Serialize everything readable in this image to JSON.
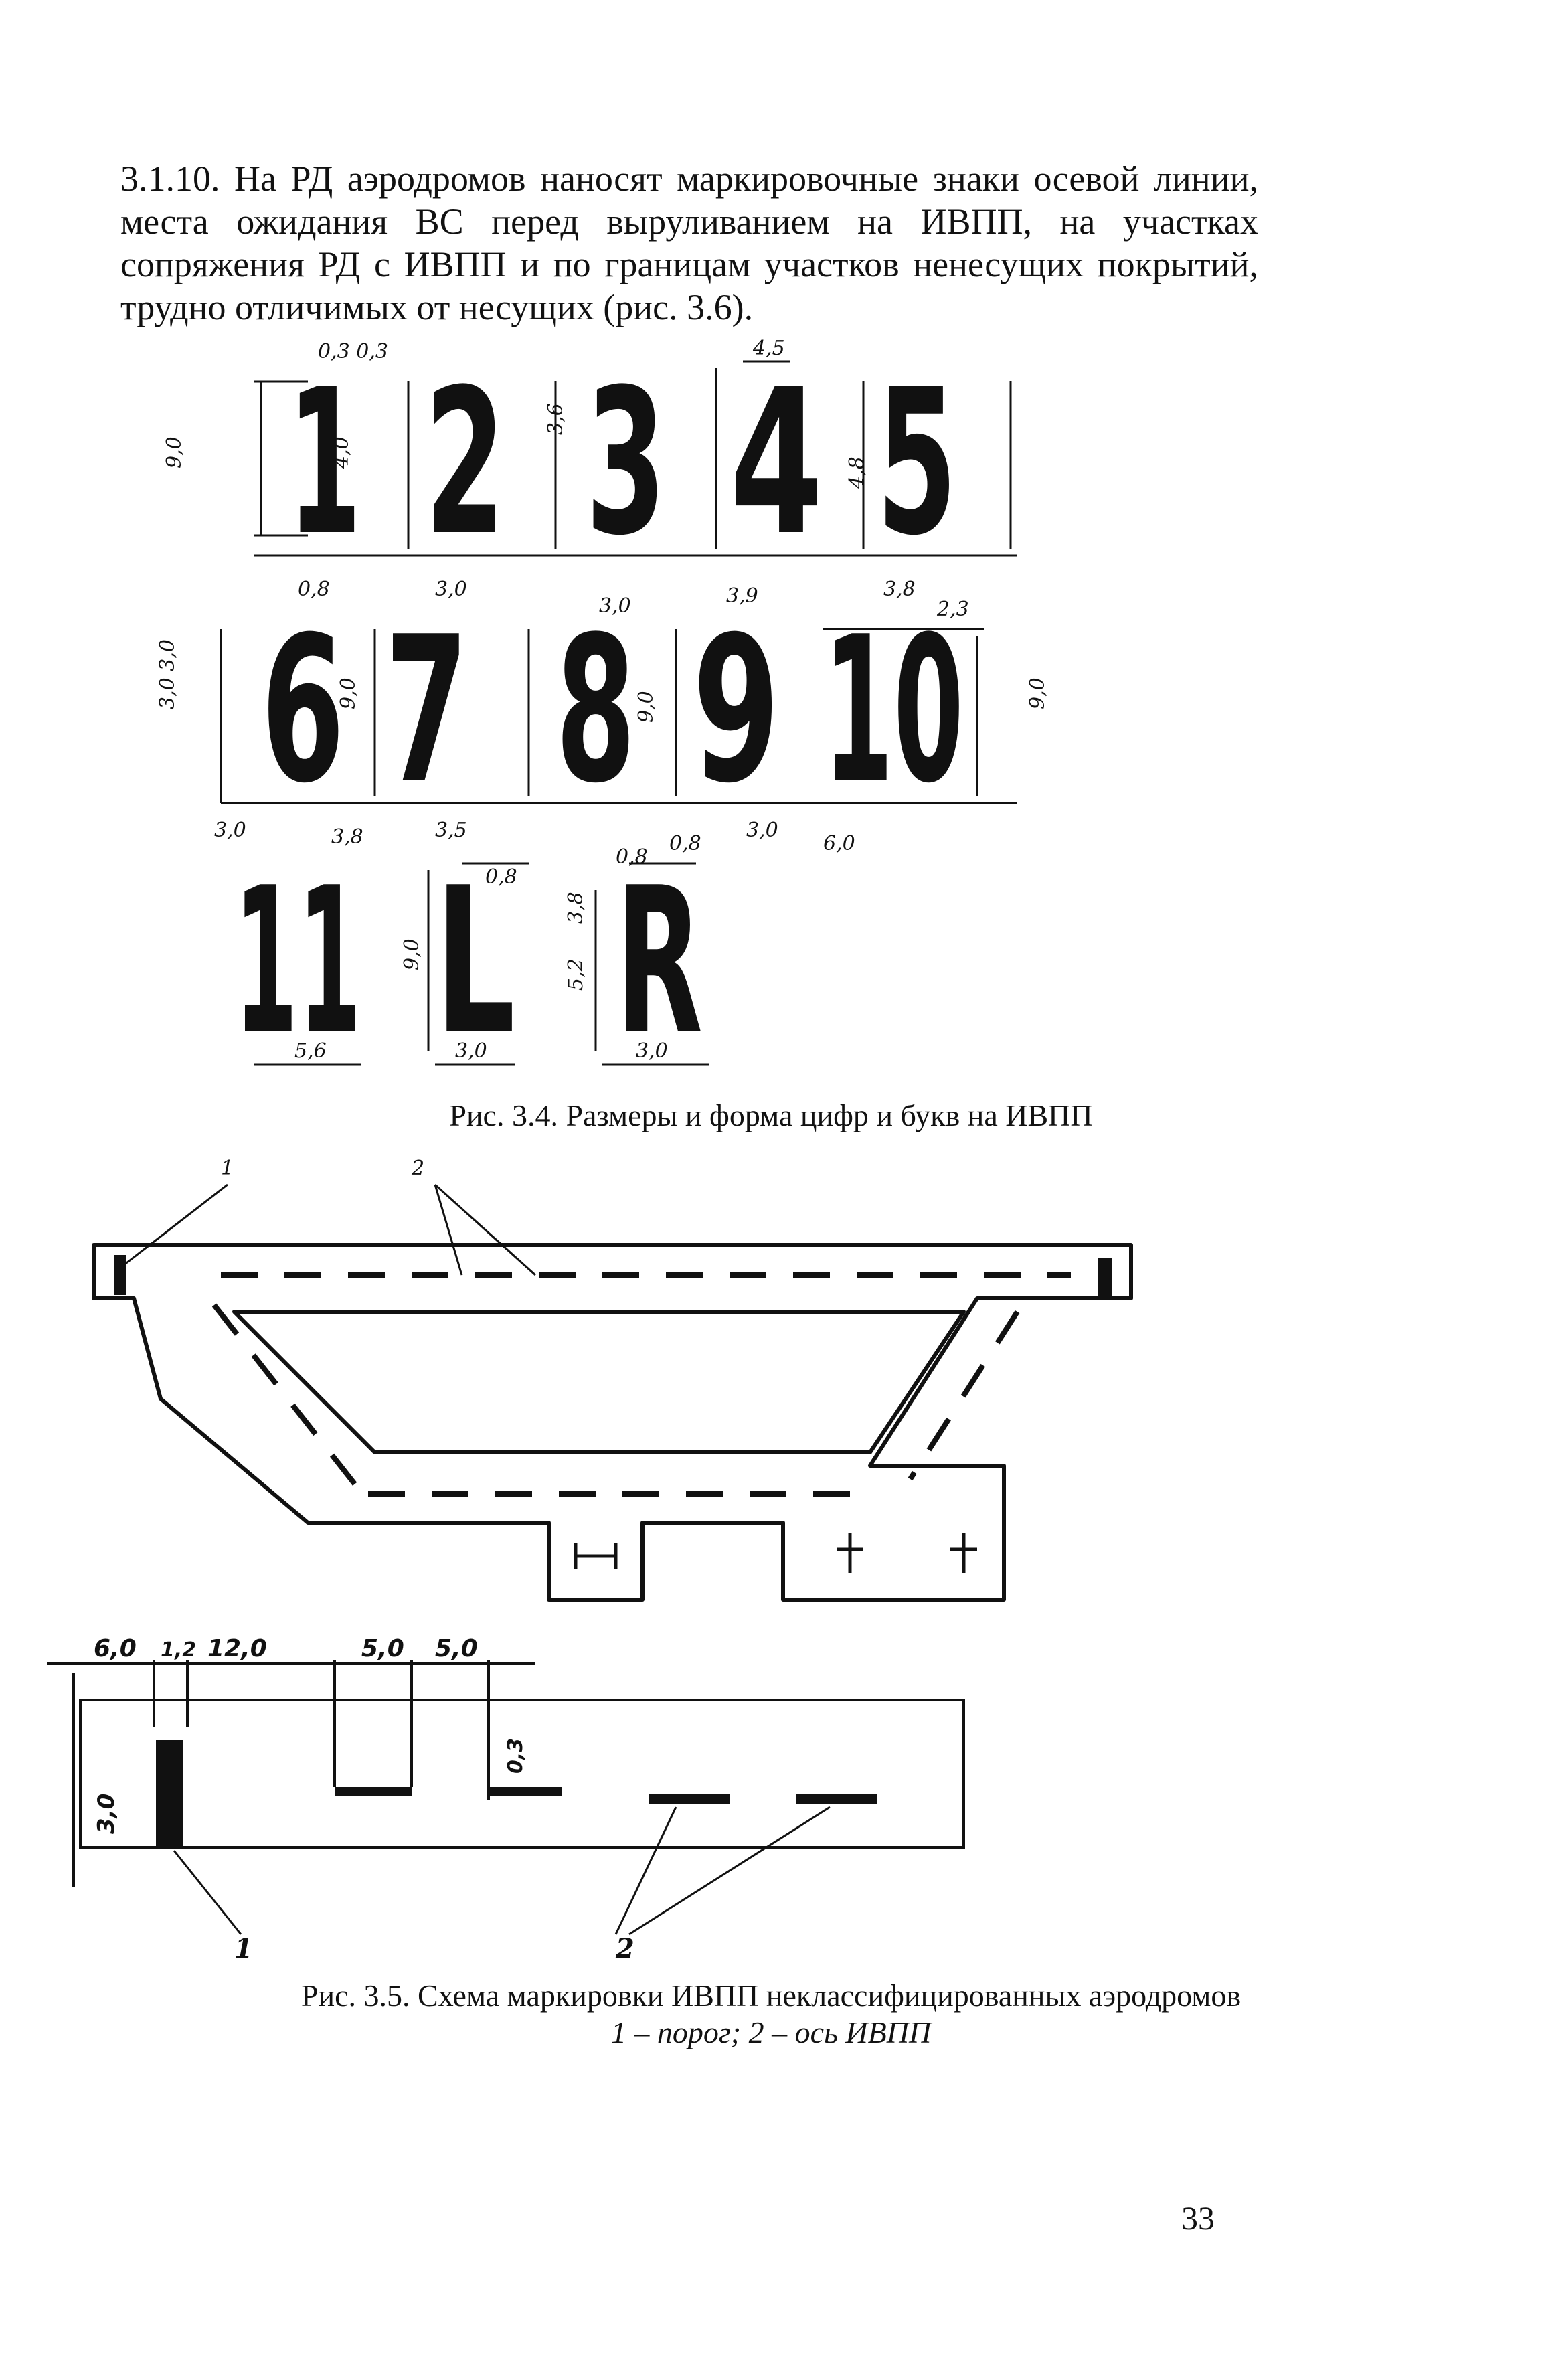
{
  "text": {
    "paragraph": "3.1.10. На РД аэродромов наносят маркировочные знаки осевой линии, места ожидания ВС перед выруливанием на ИВПП, на участках сопряжения РД с ИВПП и по границам участков ненесущих покрытий, трудно отличимых от несущих (рис. 3.6).",
    "caption_3_4": "Рис. 3.4. Размеры и форма цифр и букв на ИВПП",
    "caption_3_5_line1": "Рис. 3.5. Схема маркировки ИВПП неклассифицированных аэродромов",
    "caption_3_5_line2": "1 – порог; 2 – ось ИВПП",
    "page_number": "33"
  },
  "figure_3_4": {
    "row1_glyphs": [
      "1",
      "2",
      "3",
      "4",
      "5"
    ],
    "row2_glyphs": [
      "6",
      "7",
      "8",
      "9",
      "10"
    ],
    "row3_glyphs": [
      "11",
      "L",
      "R"
    ],
    "row1_bottom_dims": [
      "0,8",
      "3,0",
      "3,0",
      "3,9"
    ],
    "row1_top_dims": [
      "0,3 0,3",
      "4,5",
      "3,8",
      "2,3"
    ],
    "row1_side_dims": [
      "9,0",
      "4,0",
      "3,6",
      "4,8"
    ],
    "row2_bottom_dims": [
      "3,0",
      "3,8",
      "3,5",
      "3,0",
      "6,0"
    ],
    "row2_side_dims": [
      "3,0 3,0",
      "9,0",
      "9,0",
      "9,0"
    ],
    "row3_bottom_dims": [
      "5,6",
      "3,0",
      "3,0"
    ],
    "row3_top_dims": [
      "0,8",
      "0,8",
      "0,8"
    ],
    "row3_side_dims": [
      "9,0",
      "3,8",
      "5,2"
    ]
  },
  "figure_3_5": {
    "label_1": "1",
    "label_2": "2",
    "dims": [
      "6,0",
      "1,2",
      "12,0",
      "5,0",
      "5,0",
      "0,3",
      "3,0"
    ]
  },
  "colors": {
    "ink": "#111111",
    "paper": "#ffffff"
  }
}
